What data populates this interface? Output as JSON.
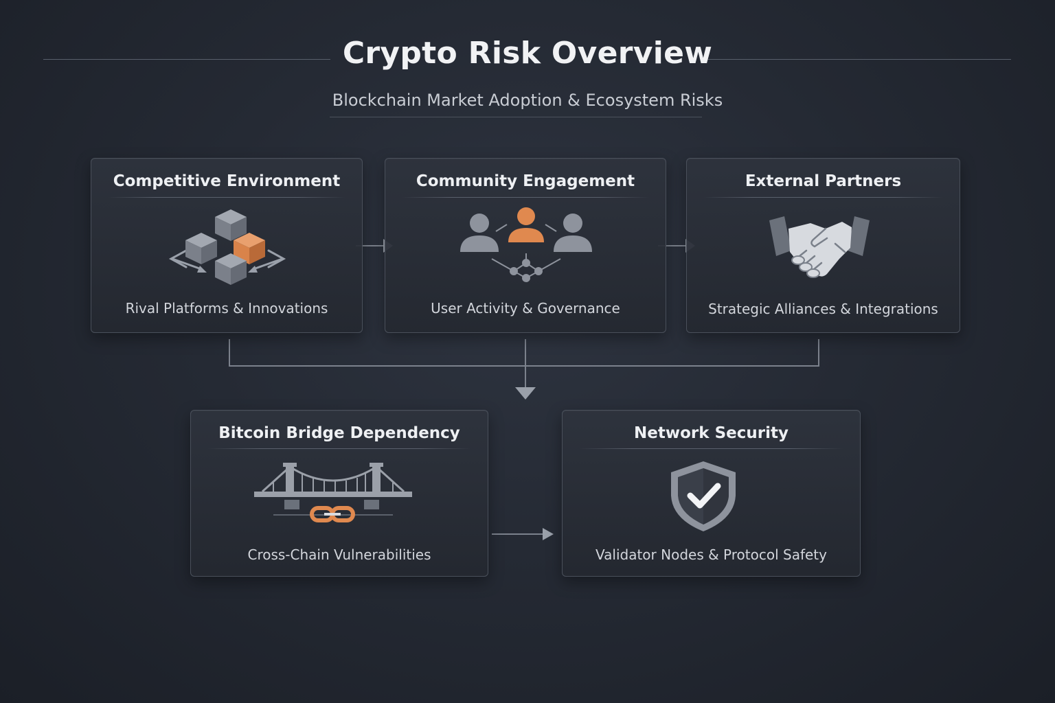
{
  "title": "Crypto Risk Overview",
  "subtitle": "Blockchain Market Adoption & Ecosystem Risks",
  "colors": {
    "background": "#252a34",
    "accent": "#e0894f",
    "icon_gray": "#8e939d",
    "card_border": "#4a505b"
  },
  "cards": {
    "competitive": {
      "title": "Competitive Environment",
      "caption": "Rival Platforms & Innovations",
      "icon": "cubes-icon"
    },
    "community": {
      "title": "Community Engagement",
      "caption": "User Activity & Governance",
      "icon": "users-network-icon"
    },
    "partners": {
      "title": "External Partners",
      "caption": "Strategic Alliances & Integrations",
      "icon": "handshake-icon"
    },
    "bridge": {
      "title": "Bitcoin Bridge Dependency",
      "caption": "Cross-Chain Vulnerabilities",
      "icon": "bridge-chain-icon"
    },
    "security": {
      "title": "Network Security",
      "caption": "Validator Nodes & Protocol Safety",
      "icon": "shield-check-icon"
    }
  }
}
